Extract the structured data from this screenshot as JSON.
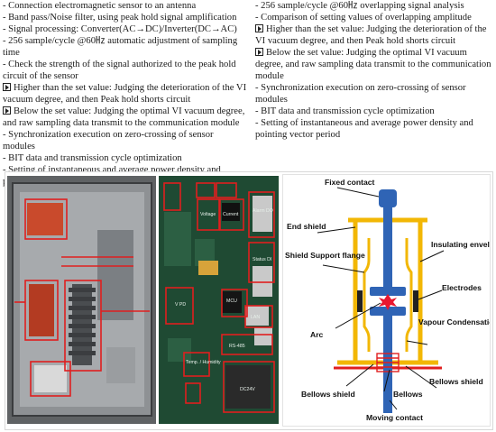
{
  "left_column": [
    "- Connection electromagnetic sensor to an antenna",
    "- Band pass/Noise filter, using peak hold signal amplification",
    "- Signal processing: Converter(AC→DC)/Inverter(DC→AC)",
    "- 256 sample/cycle @60㎐ automatic adjustment of sampling time",
    "- Check the strength of the signal authorized to the peak hold circuit of the sensor",
    "Higher than the set value: Judging the deterioration of the VI vacuum degree, and then Peak hold shorts circuit",
    "Below the set value: Judging the optimal VI vacuum degree, and raw sampling data transmit to the communication module",
    "- Synchronization execution on zero-crossing of sensor modules",
    "- BIT data and transmission cycle optimization",
    "- Setting of instantaneous and average power density and pointing vector period"
  ],
  "right_column": [
    "- 256 sample/cycle @60㎐ overlapping signal analysis",
    "- Comparison of setting values of overlapping amplitude",
    "Higher than the set value: Judging the deterioration of the VI vacuum degree, and then Peak hold shorts circuit",
    "Below the set value: Judging the optimal VI vacuum degree, and raw sampling data transmit to the communication module",
    "- Synchronization execution on zero-crossing of sensor modules",
    "- BIT data and transmission cycle optimization",
    "- Setting of instantaneous and average power density and pointing vector period"
  ],
  "board_labels": {
    "voltage": "Voltage",
    "current": "Current",
    "alarm": "Alarm DO",
    "status": "Status DI",
    "mcu": "MCU",
    "lan": "LAN",
    "rs485": "RS-485",
    "temp": "Temp. / Humidity",
    "vpd": "V PD",
    "dc24v": "DC24V"
  },
  "diagram_labels": {
    "fixed_contact": "Fixed contact",
    "end_shield": "End shield",
    "shield_support_flange": "Shield Support flange",
    "arc": "Arc",
    "insulating_envelope": "Insulating envelope",
    "electrodes": "Electrodes",
    "vapour_condensation_shield": "Vapour Condensation Shield",
    "bellows_shield_right": "Bellows shield",
    "bellows_shield_left": "Bellows shield",
    "bellows": "Bellows",
    "moving_contact": "Moving contact"
  },
  "colors": {
    "outline_red": "#e01f1f",
    "shield_yellow": "#f2b705",
    "rod_blue": "#2f64b5",
    "arc_red": "#e8172f",
    "board_green": "#1f4a33",
    "housing_gray": "#6d6d6d"
  }
}
